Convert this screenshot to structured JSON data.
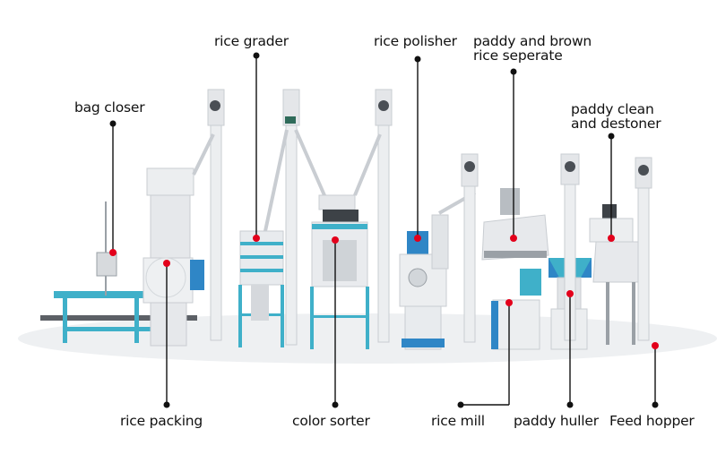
{
  "diagram": {
    "title": "",
    "labels": {
      "rice_grader": "rice grader",
      "rice_polisher": "rice polisher",
      "paddy_brown_line1": "paddy and brown",
      "paddy_brown_line2": "rice seperate",
      "bag_closer": "bag closer",
      "paddy_clean_line1": "paddy clean",
      "paddy_clean_line2": "and destoner",
      "rice_packing": "rice packing",
      "color_sorter": "color sorter",
      "rice_mill": "rice mill",
      "paddy_huller": "paddy huller",
      "feed_hopper": "Feed hopper"
    },
    "colors": {
      "machine_body": "#e9ebee",
      "machine_shade": "#c9cdd2",
      "frame_blue": "#3fb0c9",
      "accent_blue": "#2f86c6",
      "dark": "#4a4f55",
      "callout_line": "#111111",
      "callout_dot_red": "#e3001b",
      "callout_dot_black": "#111111",
      "floor": "#eef0f2"
    }
  }
}
